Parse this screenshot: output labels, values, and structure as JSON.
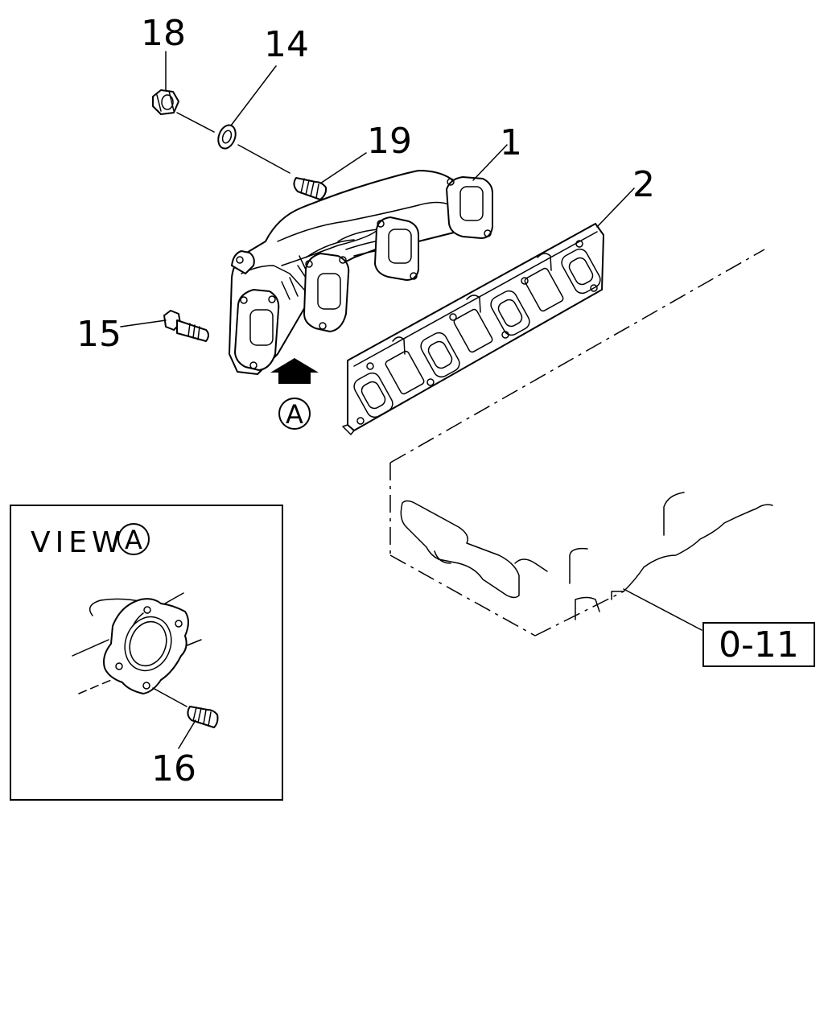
{
  "callouts": {
    "part_1": "1",
    "part_2": "2",
    "part_14": "14",
    "part_15": "15",
    "part_16": "16",
    "part_18": "18",
    "part_19": "19"
  },
  "view_marker": "A",
  "inset": {
    "title": "VIEW",
    "marker": "A"
  },
  "reference_box": "0-11",
  "icons": [
    "up-arrow-icon",
    "circled-a-icon"
  ]
}
